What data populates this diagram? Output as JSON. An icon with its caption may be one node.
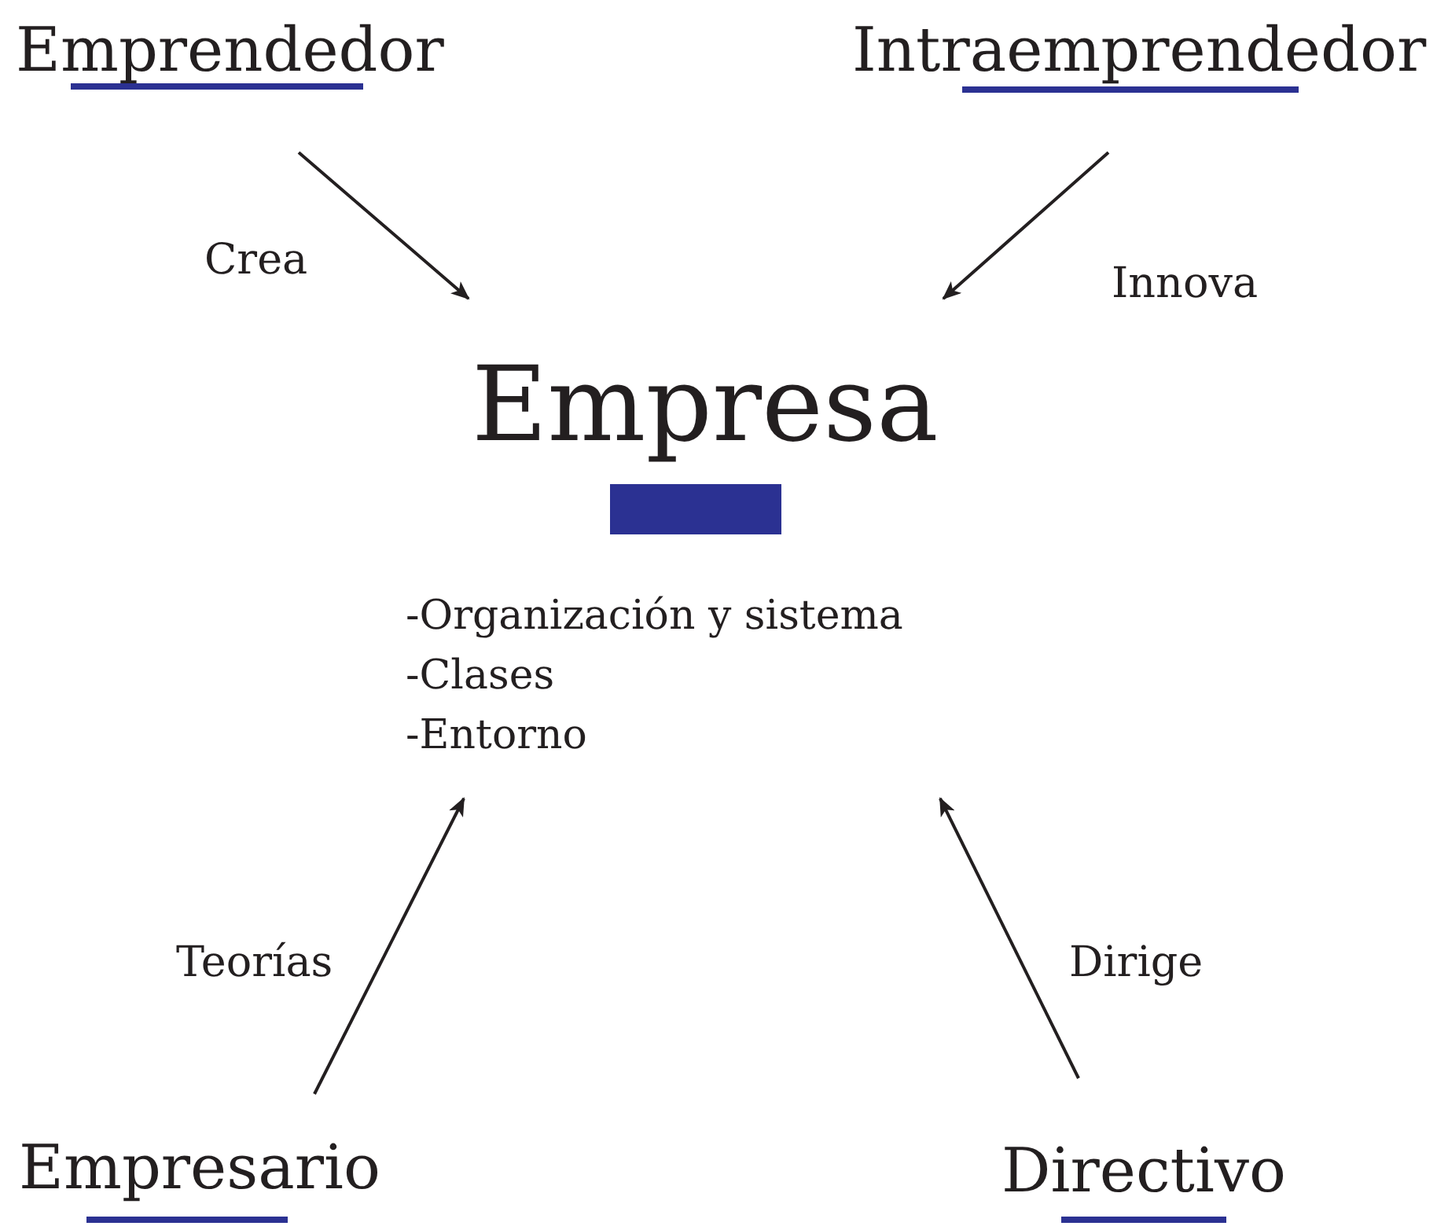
{
  "diagram": {
    "nodes": [
      {
        "text": [
          "Emprendedor"
        ]
      },
      {
        "text": [
          "Intraemprendedor"
        ]
      },
      {
        "text": [
          "Empresa",
          "-Organización y sistema",
          "-Clases",
          "-Entorno"
        ]
      },
      {
        "text": [
          "Empresario"
        ]
      },
      {
        "text": [
          "Directivo"
        ]
      }
    ],
    "edges": [
      {
        "from": 0,
        "to": 2,
        "arrow": "to",
        "label": "Crea"
      },
      {
        "from": 1,
        "to": 2,
        "arrow": "to",
        "label": "Innova"
      },
      {
        "from": 3,
        "to": 2,
        "arrow": "to",
        "label": "Teorías"
      },
      {
        "from": 4,
        "to": 2,
        "arrow": "to",
        "label": "Dirige"
      }
    ]
  }
}
